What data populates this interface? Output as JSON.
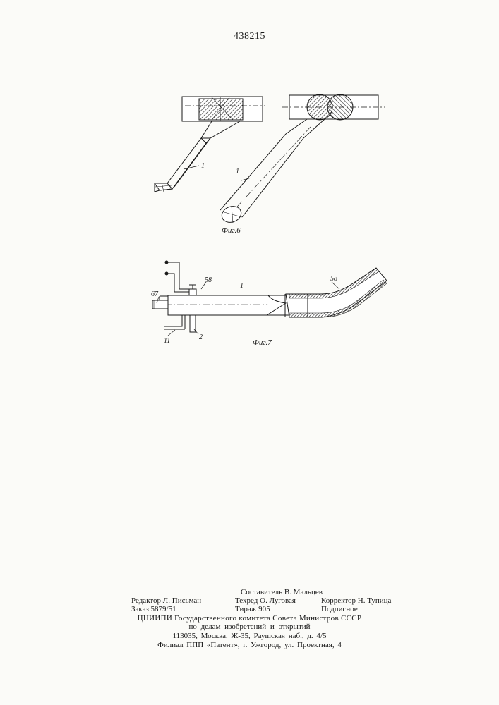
{
  "patent_number": "438215",
  "figures": {
    "fig6": {
      "caption": "Фиг.6",
      "label_left": "1",
      "label_right": "1"
    },
    "fig7": {
      "caption": "Фиг.7",
      "labels": {
        "part_67": "67",
        "part_58_left": "58",
        "part_1": "1",
        "part_58_right": "58",
        "part_11": "11",
        "part_2": "2"
      }
    }
  },
  "colophon": {
    "compiler": "Составитель В. Мальцев",
    "editor": "Редактор Л. Письман",
    "tech_editor": "Техред О. Луговая",
    "corrector": "Корректор Н. Тупица",
    "order": "Заказ 5879/51",
    "circulation": "Тираж 905",
    "subscription": "Подписное",
    "org_line1": "ЦНИИПИ Государственного комитета Совета Министров СССР",
    "org_line2": "по делам изобретений и открытий",
    "address": "113035, Москва, Ж-35, Раушская наб., д. 4/5",
    "branch": "Филиал ППП «Патент», г. Ужгород, ул. Проектная, 4"
  }
}
